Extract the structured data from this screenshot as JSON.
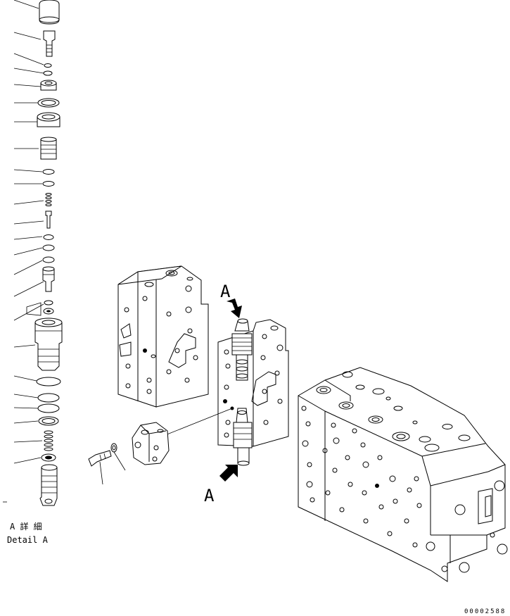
{
  "callouts": {
    "top_letter": "A",
    "bottom_letter": "A"
  },
  "detail_label": {
    "line1": "A 詳 細",
    "line2": "Detail A"
  },
  "drawing_number": "00002588"
}
